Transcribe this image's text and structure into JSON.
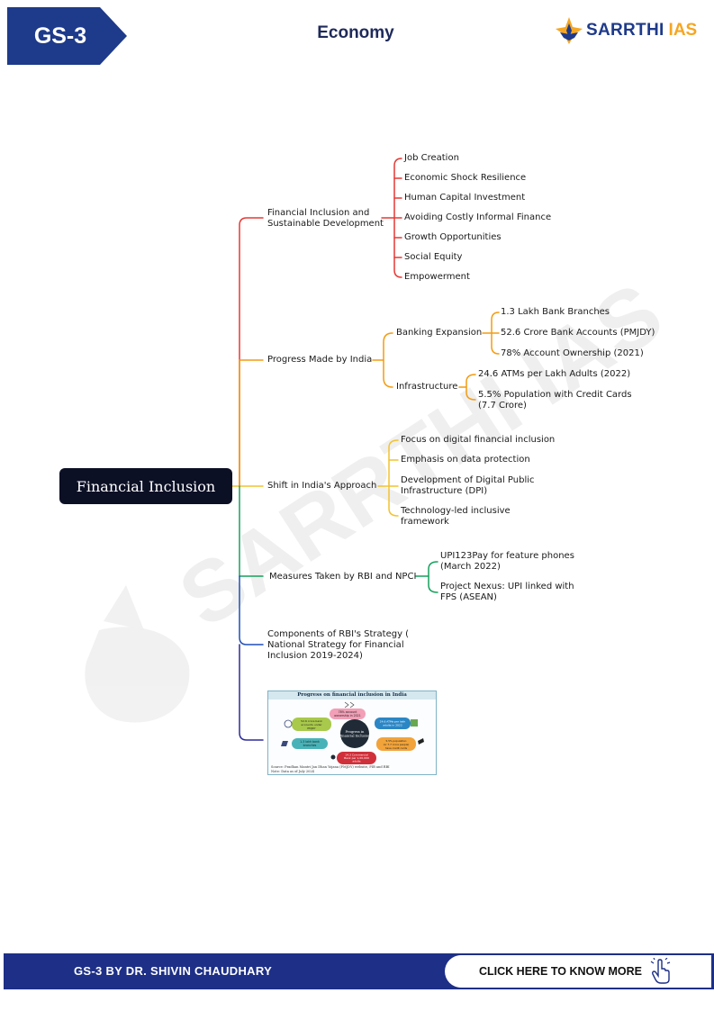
{
  "header": {
    "tag": "GS-3",
    "subject": "Economy",
    "brand_name": "SARRTHI",
    "brand_accent": "IAS",
    "tag_color": "#1e3a8a",
    "accent_color": "#f5a623"
  },
  "watermark": "SARRTHI IAS",
  "mindmap": {
    "root": "Financial Inclusion",
    "branches": [
      {
        "label": "Financial Inclusion and Sustainable Development",
        "lines": [
          "Financial Inclusion and",
          "Sustainable Development"
        ],
        "color": "#e53935",
        "children": [
          "Job Creation",
          "Economic Shock Resilience",
          "Human Capital Investment",
          "Avoiding Costly Informal Finance",
          "Growth Opportunities",
          "Social Equity",
          "Empowerment"
        ]
      },
      {
        "label": "Progress Made by India",
        "color": "#f39c12",
        "children": [
          {
            "label": "Banking Expansion",
            "children": [
              "1.3 Lakh Bank Branches",
              "52.6 Crore Bank Accounts (PMJDY)",
              "78% Account Ownership (2021)"
            ]
          },
          {
            "label": "Infrastructure",
            "children": [
              "24.6 ATMs per Lakh Adults (2022)",
              "5.5% Population with Credit Cards (7.7 Crore)"
            ],
            "lines": [
              [
                "24.6 ATMs per Lakh Adults (2022)"
              ],
              [
                "5.5% Population with Credit Cards",
                "(7.7 Crore)"
              ]
            ]
          }
        ]
      },
      {
        "label": "Shift in India's Approach",
        "color": "#f2c230",
        "children": [
          "Focus on digital financial inclusion",
          "Emphasis on data protection",
          "Development of Digital Public Infrastructure (DPI)",
          "Technology-led inclusive framework"
        ],
        "lines": [
          [
            "Focus on digital financial inclusion"
          ],
          [
            "Emphasis on data protection"
          ],
          [
            "Development of Digital Public",
            "Infrastructure (DPI)"
          ],
          [
            "Technology-led inclusive",
            "framework"
          ]
        ]
      },
      {
        "label": "Measures Taken by RBI and NPCI",
        "color": "#16a05d",
        "children": [
          "UPI123Pay for feature phones (March 2022)",
          "Project Nexus: UPI linked with FPS (ASEAN)"
        ],
        "lines": [
          [
            "UPI123Pay for feature phones",
            "(March 2022)"
          ],
          [
            "Project Nexus: UPI linked with",
            "FPS (ASEAN)"
          ]
        ]
      },
      {
        "label": "Components of RBI's Strategy ( National Strategy for Financial Inclusion 2019-2024)",
        "lines": [
          "Components of RBI's Strategy (",
          "National Strategy for Financial",
          "Inclusion 2019-2024)"
        ],
        "color": "#1e4fb8"
      },
      {
        "label": "image",
        "color": "#2d2a9c"
      }
    ]
  },
  "figure": {
    "title": "Progress on financial inclusion in India",
    "center": [
      "Progress in",
      "Financial Inclusion"
    ],
    "items": [
      [
        "78% account",
        "ownership in 2021"
      ],
      [
        "52.6 crore bank",
        "accounts under",
        "PMJDY"
      ],
      [
        "24.6 ATMs per lakh",
        "adults in 2022"
      ],
      [
        "1.3 lakh bank",
        "branches"
      ],
      [
        "5.5% population",
        "(or 7.7 crore people)",
        "have credit cards"
      ],
      [
        "14.3 Commercial",
        "Bank per 1,00,000",
        "adults"
      ]
    ],
    "source": "Source: Pradhan Mantri Jan Dhan Yojana (PMJDY) website, PIB and RBI",
    "note": "Note: Data as of July 2024"
  },
  "footer": {
    "left_text": "GS-3 BY DR. SHIVIN CHAUDHARY",
    "button_label": "CLICK HERE TO KNOW MORE",
    "button_icon": "pointer-hand-icon",
    "bg_color": "#1d2f86"
  }
}
